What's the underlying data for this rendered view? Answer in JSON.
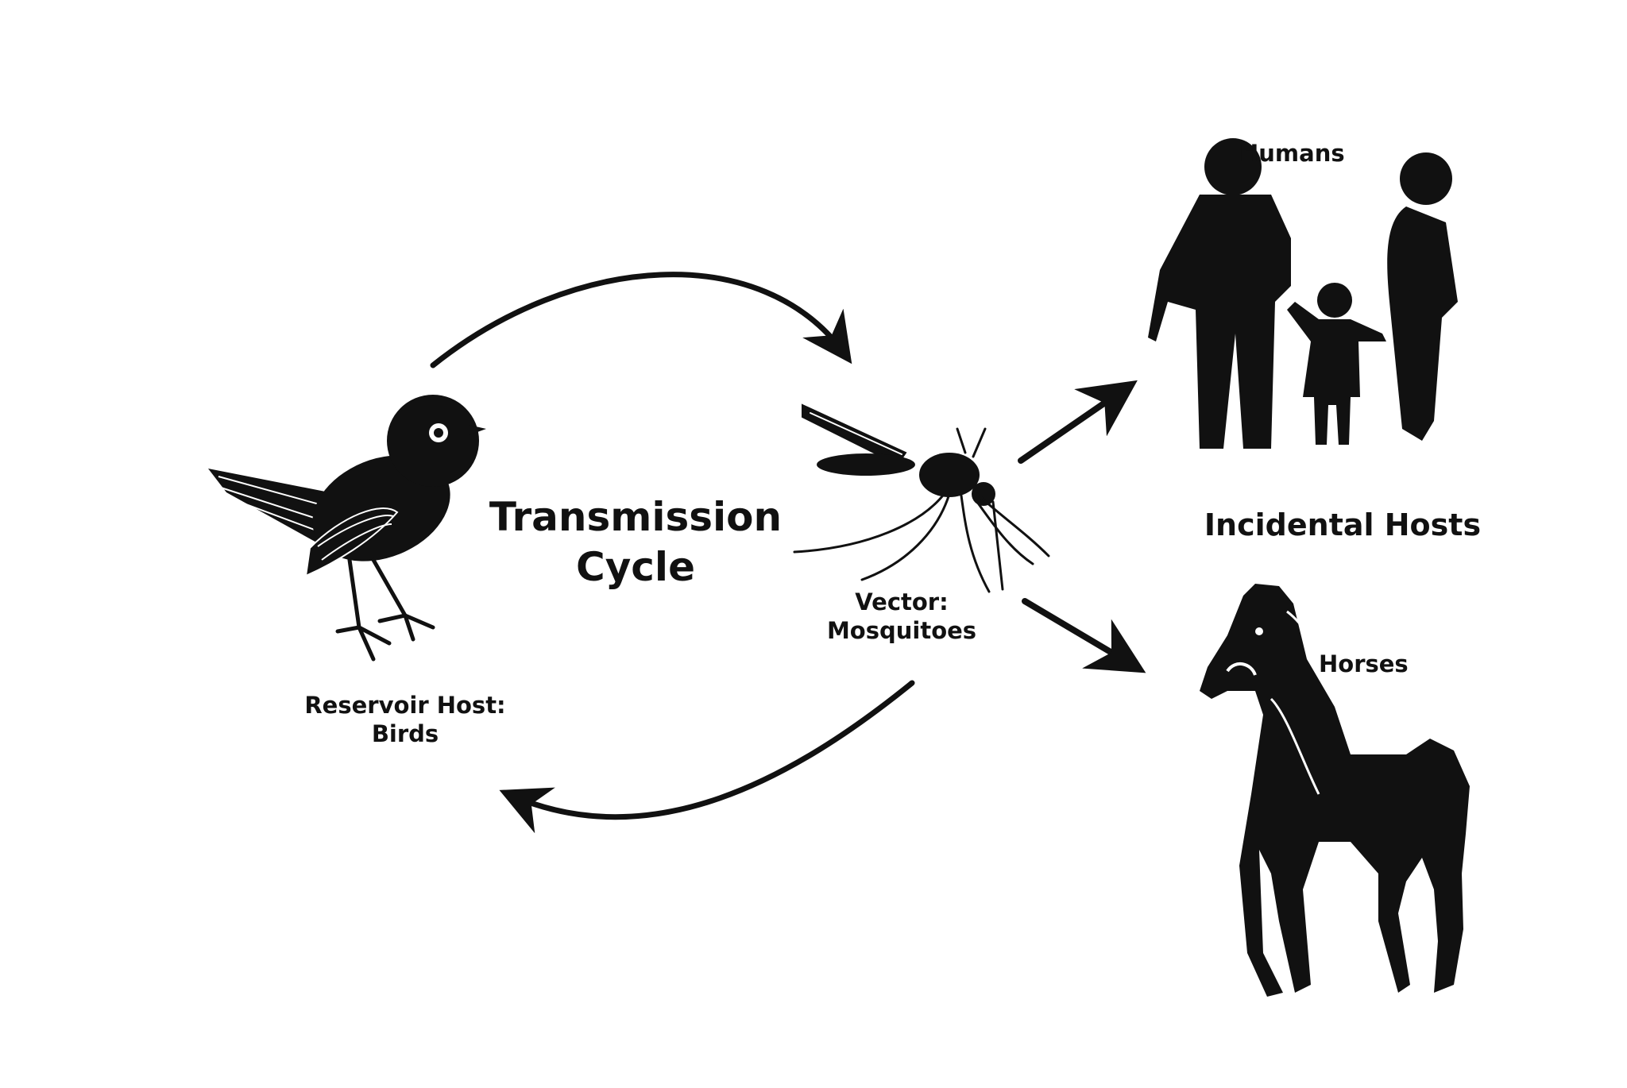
{
  "diagram": {
    "title": "Transmission\nCycle",
    "reservoir_label": "Reservoir Host:\nBirds",
    "vector_label": "Vector:\nMosquitoes",
    "humans_label": "Humans",
    "incidental_label": "Incidental Hosts",
    "horses_label": "Horses"
  },
  "icons": [
    "bird-icon",
    "mosquito-icon",
    "humans-family-icon",
    "horse-icon"
  ],
  "colors": {
    "ink": "#111111",
    "background": "#ffffff"
  }
}
